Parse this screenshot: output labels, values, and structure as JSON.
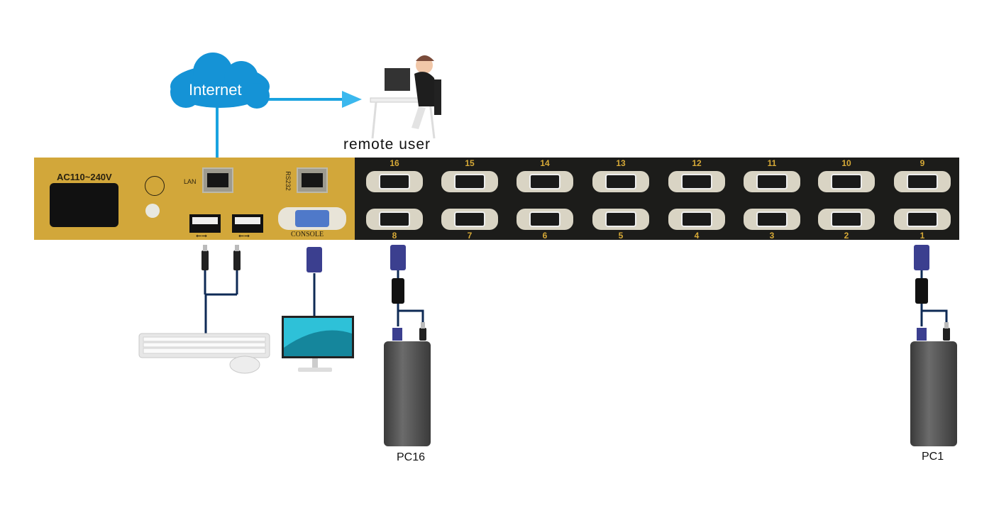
{
  "cloud": {
    "label": "Internet"
  },
  "remote": {
    "label": "remote user"
  },
  "panel": {
    "power_label": "AC110~240V",
    "lan_label": "LAN",
    "rs232_label": "RS232",
    "console_label": "CONSOLE",
    "ports_top": [
      "16",
      "15",
      "14",
      "13",
      "12",
      "11",
      "10",
      "9"
    ],
    "ports_bottom": [
      "8",
      "7",
      "6",
      "5",
      "4",
      "3",
      "2",
      "1"
    ]
  },
  "pcs": {
    "left": "PC16",
    "right": "PC1"
  },
  "colors": {
    "gold": "#d2a73a",
    "black": "#1c1c1a",
    "cable": "#0e2a55",
    "internet": "#1aa3e0"
  }
}
